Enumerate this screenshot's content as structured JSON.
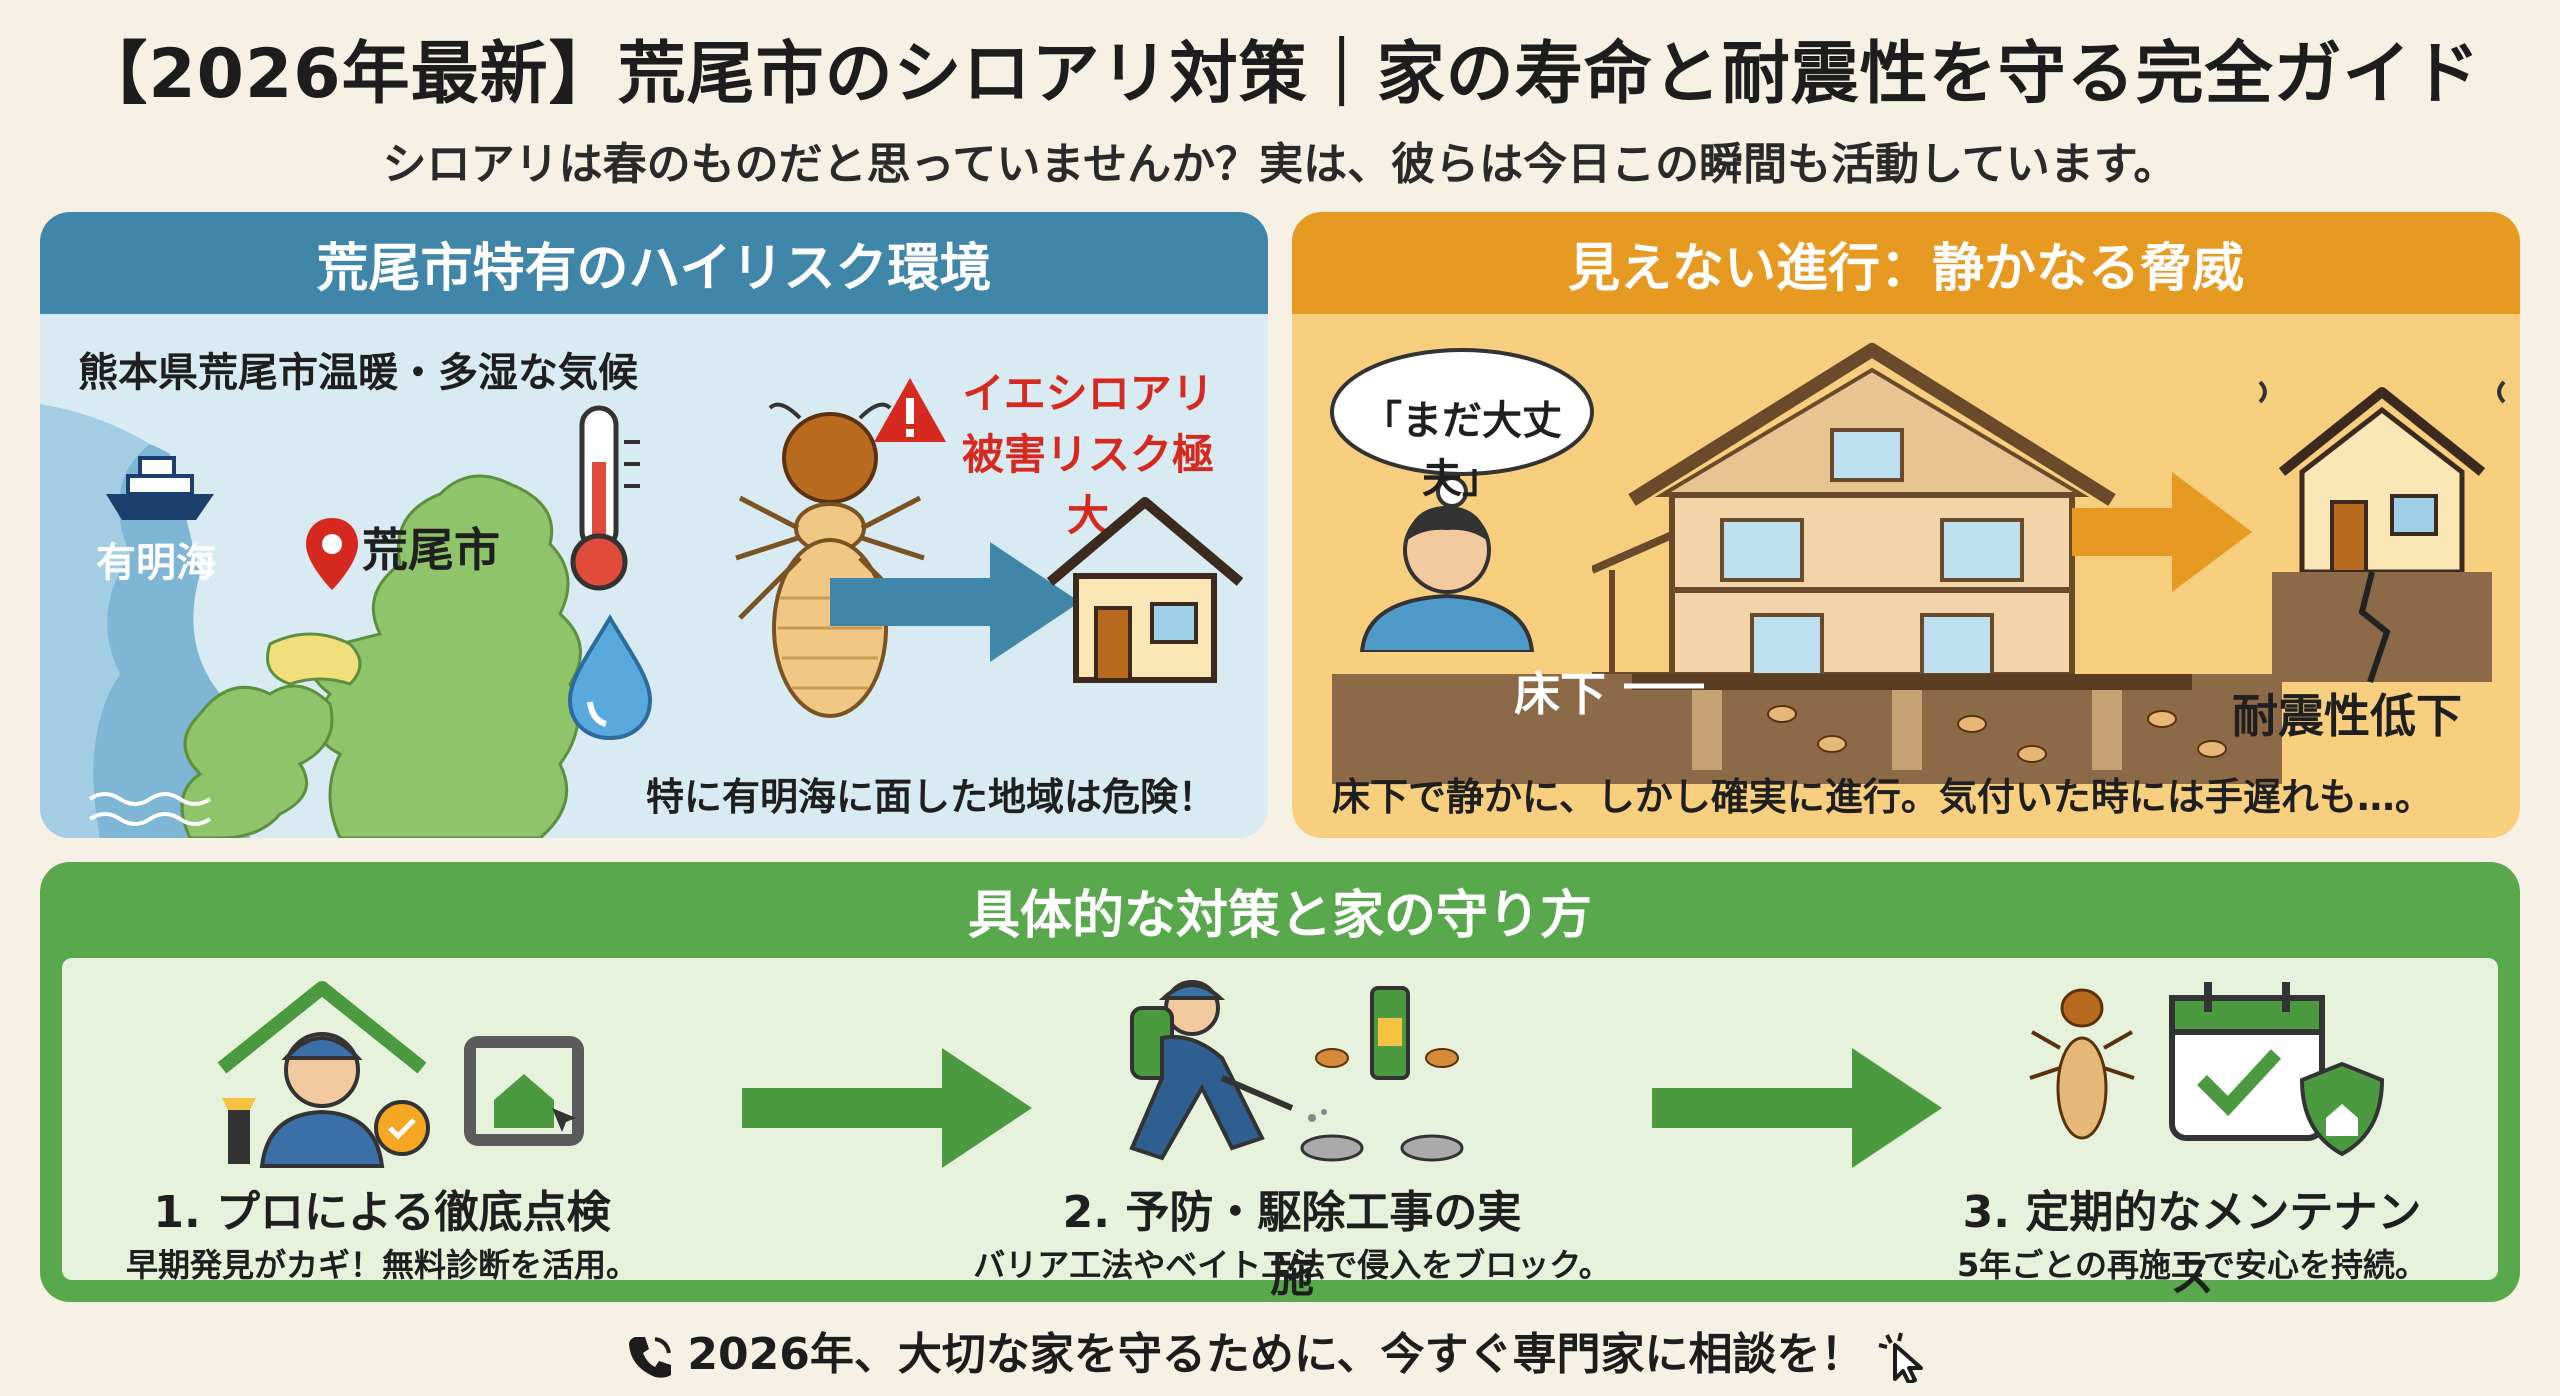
{
  "title": "【2026年最新】荒尾市のシロアリ対策｜家の寿命と耐震性を守る完全ガイド",
  "subtitle": "シロアリは春のものだと思っていませんか？実は、彼らは今日この瞬間も活動しています。",
  "left_panel": {
    "header": "荒尾市特有のハイリスク環境",
    "climate": "熊本県荒尾市温暖・多湿な気候",
    "sea_label": "有明海",
    "city_label": "荒尾市",
    "warning_line1": "イエシロアリ",
    "warning_line2": "被害リスク極大",
    "note": "特に有明海に面した地域は危険！"
  },
  "right_panel": {
    "header": "見えない進行：静かなる脅威",
    "speech": "「まだ大丈夫」",
    "underfloor_label": "床下",
    "result_label": "耐震性低下",
    "note": "床下で静かに、しかし確実に進行。気付いた時には手遅れも…。"
  },
  "bottom_panel": {
    "header": "具体的な対策と家の守り方",
    "steps": [
      {
        "title": "1. プロによる徹底点検",
        "desc": "早期発見がカギ！無料診断を活用。"
      },
      {
        "title": "2. 予防・駆除工事の実施",
        "desc": "バリア工法やベイト工法で侵入をブロック。"
      },
      {
        "title": "3. 定期的なメンテナンス",
        "desc": "5年ごとの再施工で安心を持続。"
      }
    ]
  },
  "footer": "2026年、大切な家を守るために、今すぐ専門家に相談を！",
  "colors": {
    "blue_header": "#3f86a8",
    "orange_header": "#e69a22",
    "green_panel": "#5aa84e",
    "warning_red": "#d62a20"
  }
}
